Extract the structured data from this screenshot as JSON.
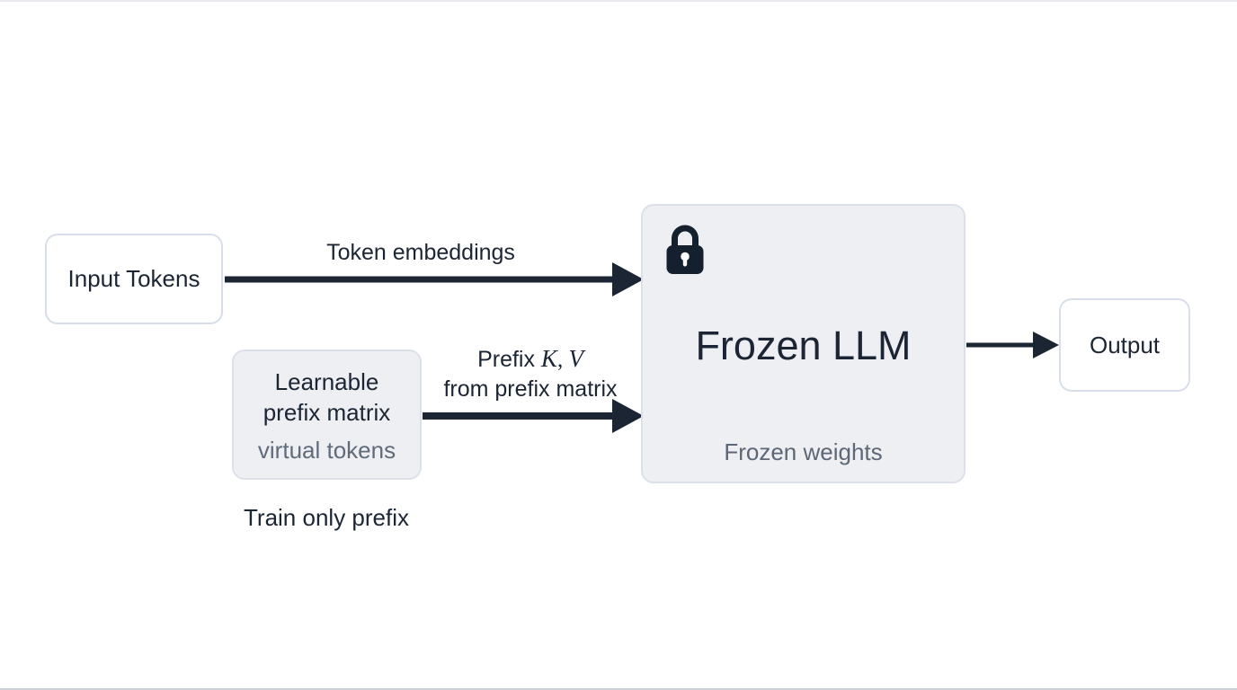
{
  "colors": {
    "ink": "#1b2534",
    "boxFill": "#edeff3",
    "boxBorder": "#dce1e9",
    "lightBorder": "#d8dee8",
    "mutedText": "#606b7a",
    "background": "#ffffff"
  },
  "nodes": {
    "input_tokens": {
      "label": "Input Tokens"
    },
    "learnable_prefix": {
      "title_line1": "Learnable",
      "title_line2": "prefix matrix",
      "subtitle": "virtual tokens"
    },
    "frozen_llm": {
      "icon": "lock-icon",
      "title": "Frozen LLM",
      "subtitle": "Frozen weights"
    },
    "output": {
      "label": "Output"
    }
  },
  "edges": {
    "token_embeddings": {
      "label": "Token embeddings"
    },
    "prefix_kv": {
      "line1_parts": [
        "Prefix ",
        "K",
        ", ",
        "V"
      ],
      "line2": "from prefix matrix"
    }
  },
  "annotations": {
    "train_only_prefix": "Train only prefix"
  }
}
